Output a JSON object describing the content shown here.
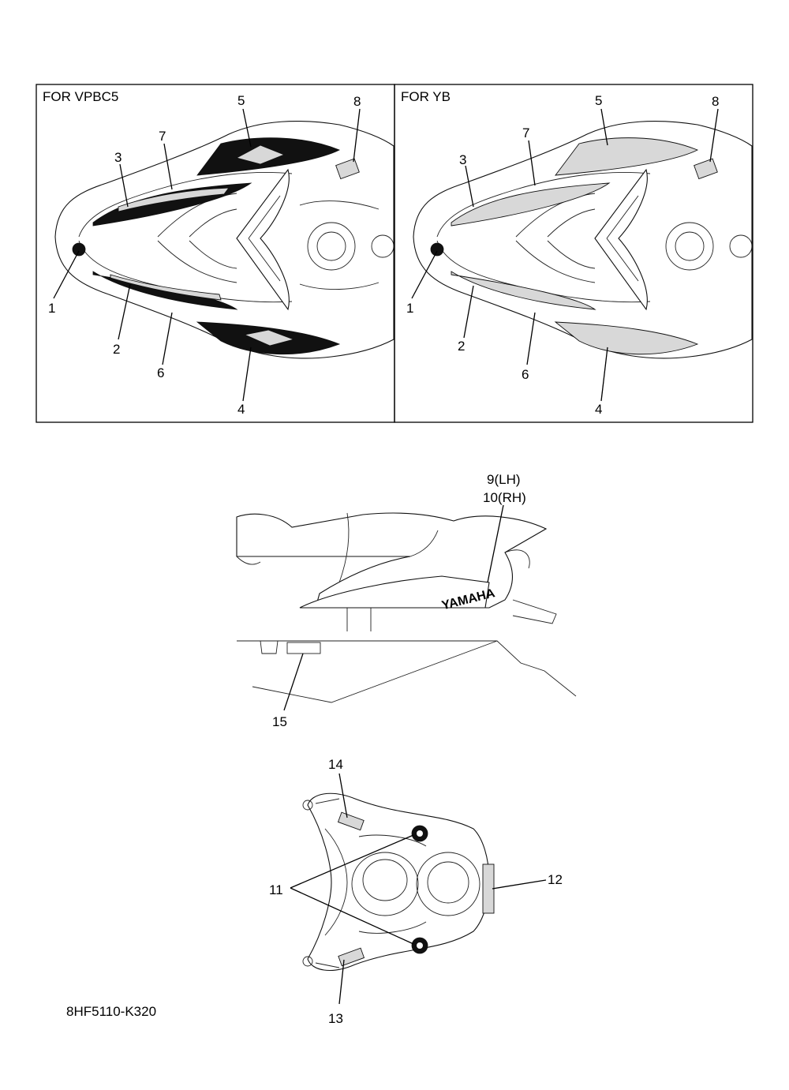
{
  "panels": [
    {
      "header": "FOR VPBC5"
    },
    {
      "header": "FOR YB"
    }
  ],
  "callouts": {
    "p1": [
      "1",
      "2",
      "3",
      "4",
      "5",
      "6",
      "7",
      "8"
    ],
    "p2": [
      "1",
      "2",
      "3",
      "4",
      "5",
      "6",
      "7",
      "8"
    ],
    "side": [
      "9(LH)",
      "10(RH)",
      "15"
    ],
    "rear": [
      "14",
      "11",
      "12",
      "13"
    ]
  },
  "decal_text": "YAMAHA",
  "drawing_code": "8HF5110-K320"
}
